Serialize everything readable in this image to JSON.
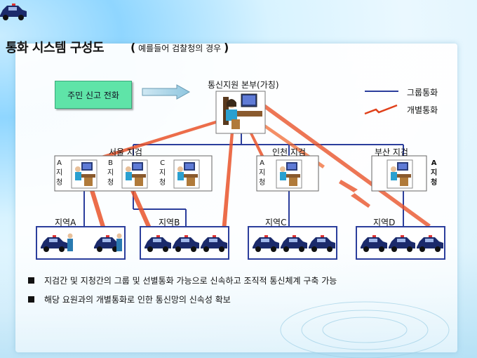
{
  "title": "통화 시스템 구성도",
  "subtitle": "예를들어 검찰청의 경우",
  "call_source": "주민 신고 전화",
  "hq_label": "통신지원 본부(가칭)",
  "legend": {
    "group": "그룹통화",
    "individual": "개별통화",
    "group_color": "#2b3e9c",
    "individual_color": "#e0401a"
  },
  "offices": [
    {
      "name": "서울 지검",
      "subs": [
        {
          "letter": "A",
          "chars": [
            "지",
            "청"
          ]
        },
        {
          "letter": "B",
          "chars": [
            "지",
            "청"
          ]
        },
        {
          "letter": "C",
          "chars": [
            "지",
            "청"
          ]
        }
      ]
    },
    {
      "name": "인천 지검",
      "subs": [
        {
          "letter": "A",
          "chars": [
            "지",
            "청"
          ]
        }
      ]
    },
    {
      "name": "부산 지검",
      "subs": [
        {
          "letter": "A",
          "chars": [
            "지",
            "청"
          ]
        }
      ]
    }
  ],
  "regions": [
    "지역A",
    "지역B",
    "지역C",
    "지역D"
  ],
  "bullets": [
    "지검간 및 지청간의 그룹 및 선별통화 가능으로 신속하고 조직적 통신체계 구축 가능",
    "해당 요원과의 개별통화로 인한 통신망의 신속성 확보"
  ]
}
